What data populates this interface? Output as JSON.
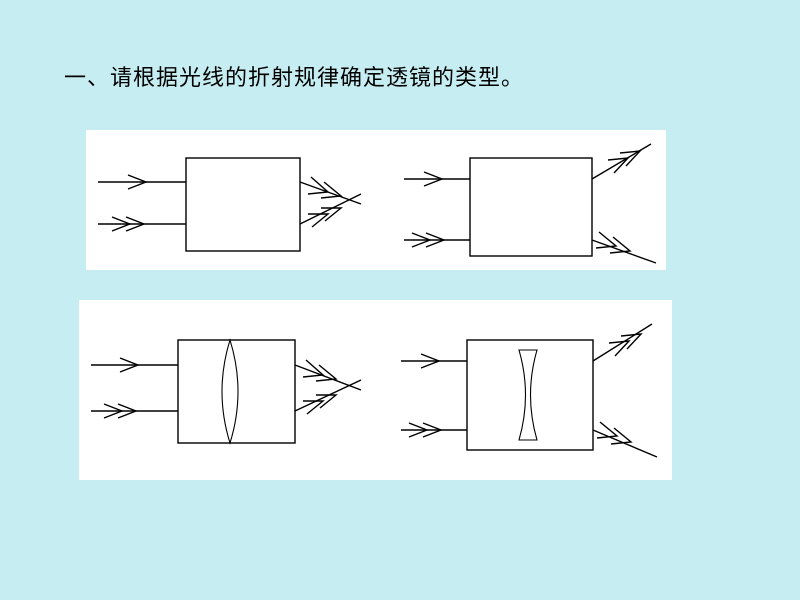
{
  "page": {
    "title": "一、请根据光线的折射规律确定透镜的类型。",
    "background_color": "#c6eef2",
    "panel_color": "#ffffff"
  },
  "diagrams": [
    {
      "id": "top-left",
      "box_content": "empty",
      "output_beams": "converging"
    },
    {
      "id": "top-right",
      "box_content": "empty",
      "output_beams": "diverging"
    },
    {
      "id": "bottom-left",
      "box_content": "convex-lens",
      "output_beams": "converging"
    },
    {
      "id": "bottom-right",
      "box_content": "concave-lens",
      "output_beams": "diverging"
    }
  ]
}
